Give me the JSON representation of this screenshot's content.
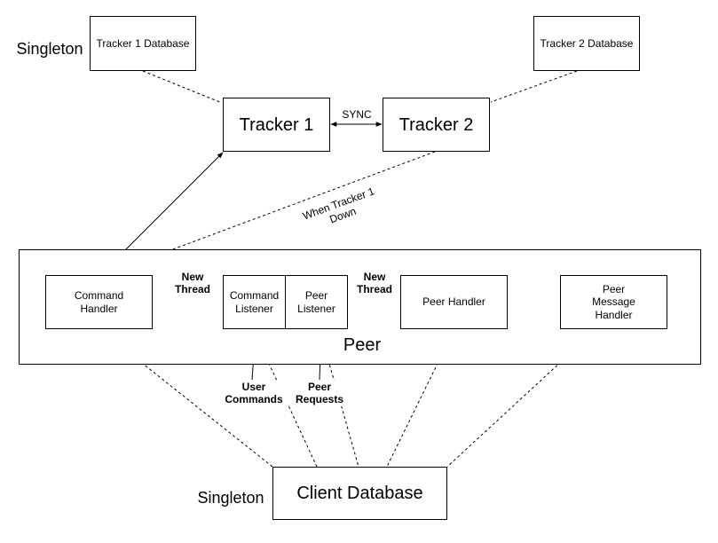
{
  "diagram": {
    "singleton_top": "Singleton",
    "singleton_bottom": "Singleton",
    "tracker1_db": "Tracker 1 Database",
    "tracker2_db": "Tracker 2 Database",
    "tracker1": "Tracker 1",
    "tracker2": "Tracker 2",
    "sync": "SYNC",
    "failover": "When Tracker 1\nDown",
    "peer": "Peer",
    "command_handler": "Command\nHandler",
    "command_listener": "Command\nListener",
    "peer_listener": "Peer\nListener",
    "peer_handler": "Peer Handler",
    "peer_message_handler": "Peer\nMessage\nHandler",
    "new_thread_left": "New\nThread",
    "new_thread_right": "New\nThread",
    "user_commands": "User\nCommands",
    "peer_requests": "Peer\nRequests",
    "client_database": "Client Database"
  }
}
